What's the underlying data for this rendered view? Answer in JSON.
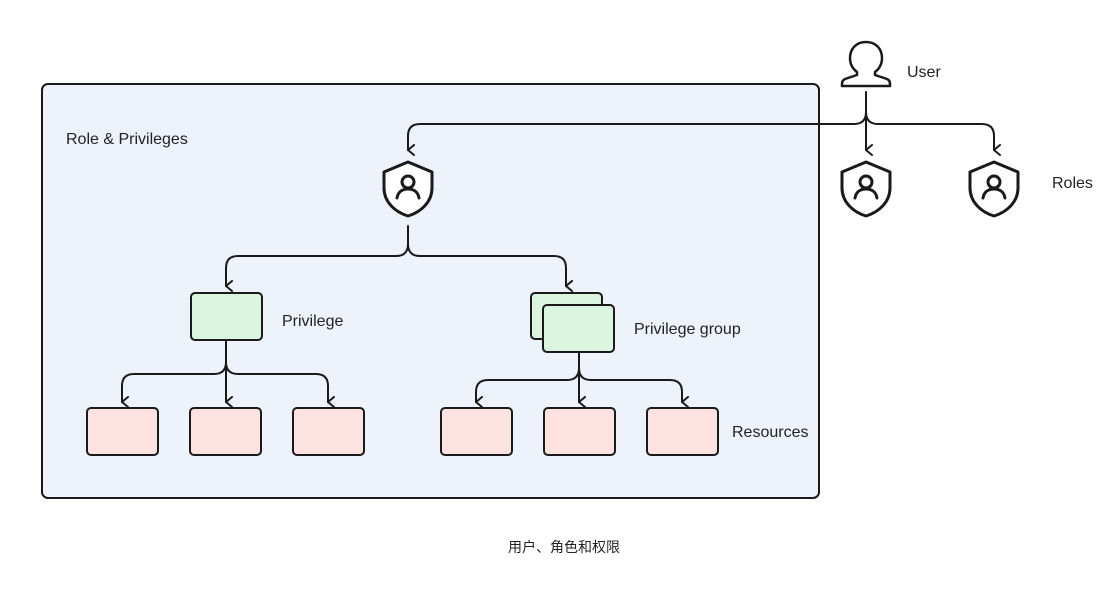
{
  "labels": {
    "user": "User",
    "roles": "Roles",
    "container_title": "Role & Privileges",
    "privilege": "Privilege",
    "privilege_group": "Privilege group",
    "resources": "Resources"
  },
  "caption": "用户、角色和权限",
  "colors": {
    "container_fill": "#eef2fb",
    "container_stroke": "#1a1a1a",
    "privilege_fill": "#dcf5e1",
    "privilege_stroke": "#1a1a1a",
    "resource_fill": "#fde2e2",
    "resource_stroke": "#1a1a1a",
    "line": "#1a1a1a"
  },
  "icons": {
    "user": "user-icon",
    "role": "shield-user-icon"
  }
}
